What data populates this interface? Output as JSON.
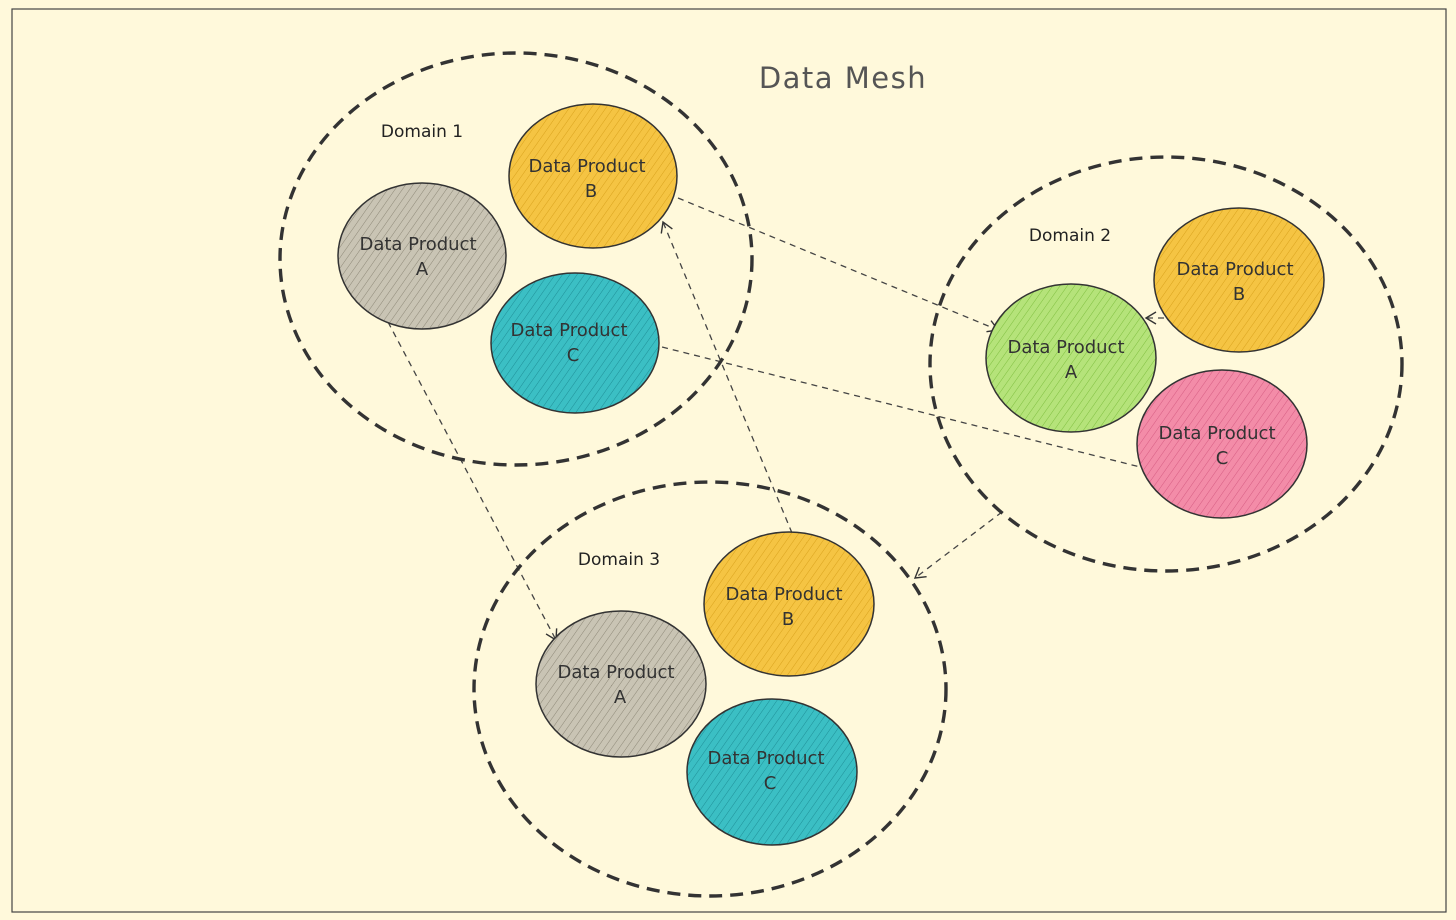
{
  "title": "Data Mesh",
  "colors": {
    "background": "#fff9db",
    "gray": "#c9c4b4",
    "yellow": "#f5c443",
    "teal": "#3bbfc4",
    "green": "#b5e37a",
    "pink": "#f38ca8",
    "stroke": "#333333"
  },
  "domains": [
    {
      "label": "Domain 1",
      "products": [
        {
          "line1": "Data Product",
          "line2": "B",
          "color": "yellow"
        },
        {
          "line1": "Data Product",
          "line2": "A",
          "color": "gray"
        },
        {
          "line1": "Data Product",
          "line2": "C",
          "color": "teal"
        }
      ]
    },
    {
      "label": "Domain 2",
      "products": [
        {
          "line1": "Data Product",
          "line2": "B",
          "color": "yellow"
        },
        {
          "line1": "Data Product",
          "line2": "A",
          "color": "green"
        },
        {
          "line1": "Data Product",
          "line2": "C",
          "color": "pink"
        }
      ]
    },
    {
      "label": "Domain 3",
      "products": [
        {
          "line1": "Data Product",
          "line2": "B",
          "color": "yellow"
        },
        {
          "line1": "Data Product",
          "line2": "A",
          "color": "gray"
        },
        {
          "line1": "Data Product",
          "line2": "C",
          "color": "teal"
        }
      ]
    }
  ]
}
